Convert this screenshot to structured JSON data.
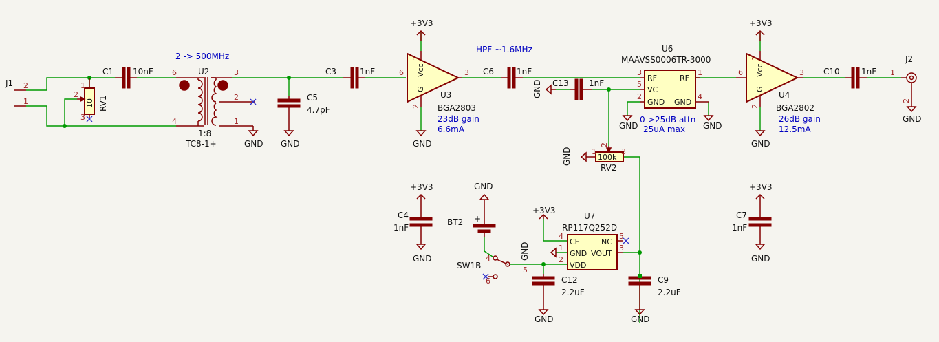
{
  "notes": {
    "band": "2 -> 500MHz",
    "hpf": "HPF ~1.6MHz",
    "u3_gain": "23dB gain",
    "u3_current": "6.6mA",
    "u6_range": "0->25dB attn",
    "u6_current": "25uA max",
    "u4_gain": "26dB gain",
    "u4_current": "12.5mA"
  },
  "components": {
    "J1": {
      "ref": "J1",
      "pin1": "1",
      "pin2": "2"
    },
    "J2": {
      "ref": "J2",
      "pin1": "1",
      "pin2": "2"
    },
    "C1": {
      "ref": "C1",
      "value": "10nF"
    },
    "C3": {
      "ref": "C3",
      "value": "1nF"
    },
    "C4": {
      "ref": "C4",
      "value": "1nF"
    },
    "C5": {
      "ref": "C5",
      "value": "4.7pF"
    },
    "C6": {
      "ref": "C6",
      "value": "1nF"
    },
    "C7": {
      "ref": "C7",
      "value": "1nF"
    },
    "C9": {
      "ref": "C9",
      "value": "2.2uF"
    },
    "C10": {
      "ref": "C10",
      "value": "1nF"
    },
    "C12": {
      "ref": "C12",
      "value": "2.2uF"
    },
    "C13": {
      "ref": "C13",
      "value": "1nF"
    },
    "RV1": {
      "ref": "RV1",
      "value": "10",
      "pin1": "1",
      "pin2": "2",
      "pin3": "3"
    },
    "RV2": {
      "ref": "RV2",
      "value": "100k",
      "pin1": "1",
      "pin2": "2",
      "pin3": "3"
    },
    "U2": {
      "ref": "U2",
      "value": "TC8-1+",
      "ratio": "1:8",
      "pin1": "1",
      "pin2": "2",
      "pin3": "3",
      "pin4": "4",
      "pin6": "6"
    },
    "U3": {
      "ref": "U3",
      "value": "BGA2803",
      "pin1": "1",
      "pin2": "2",
      "pin3": "3",
      "pin6": "6",
      "vcc": "Vcc",
      "g": "G"
    },
    "U4": {
      "ref": "U4",
      "value": "BGA2802",
      "pin1": "1",
      "pin2": "2",
      "pin3": "3",
      "pin6": "6",
      "vcc": "Vcc",
      "g": "G"
    },
    "U6": {
      "ref": "U6",
      "value": "MAAVSS0006TR-3000",
      "pin1": "1",
      "pin2": "2",
      "pin3": "3",
      "pin4": "4",
      "pin5": "5",
      "rf_in": "RF",
      "rf_out": "RF",
      "vc": "VC",
      "gnd_l": "GND",
      "gnd_r": "GND"
    },
    "U7": {
      "ref": "U7",
      "value": "RP117Q252D",
      "pin1": "1",
      "pin2": "2",
      "pin3": "3",
      "pin4": "4",
      "pin5": "5",
      "ce": "CE",
      "gnd": "GND",
      "vdd": "VDD",
      "nc": "NC",
      "vout": "VOUT"
    },
    "BT2": {
      "ref": "BT2",
      "plus": "+"
    },
    "SW1B": {
      "ref": "SW1B",
      "pin4": "4",
      "pin5": "5",
      "pin6": "6"
    }
  },
  "power": {
    "gnd": "GND",
    "v33": "+3V3",
    "gnd_label": "GND",
    "v33_label": "+3V3"
  },
  "colors": {
    "wire": "#009900",
    "component": "#840000",
    "body_fill": "#ffffc2",
    "note_text": "#0000c0",
    "background": "#f5f4ef"
  }
}
